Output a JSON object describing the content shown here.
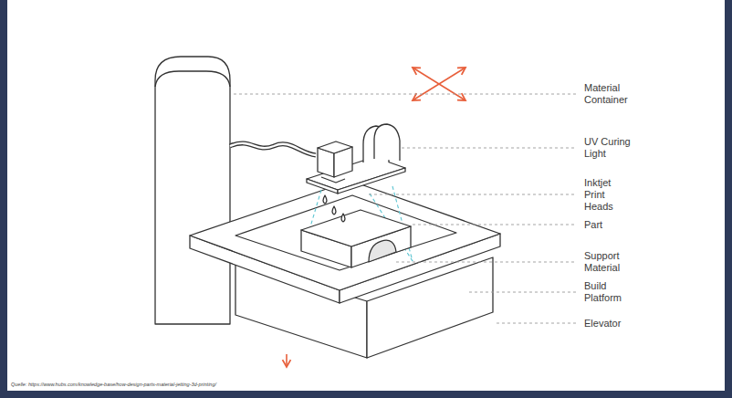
{
  "diagram": {
    "labels": [
      "Material Container",
      "UV Curing Light",
      "Inktjet Print Heads",
      "Part",
      "Support Material",
      "Build Platform",
      "Elevator",
      "Quelle: https://www.hubs.com/knowledge-base/how-design-parts-material-jetting-3d-printing/"
    ]
  }
}
